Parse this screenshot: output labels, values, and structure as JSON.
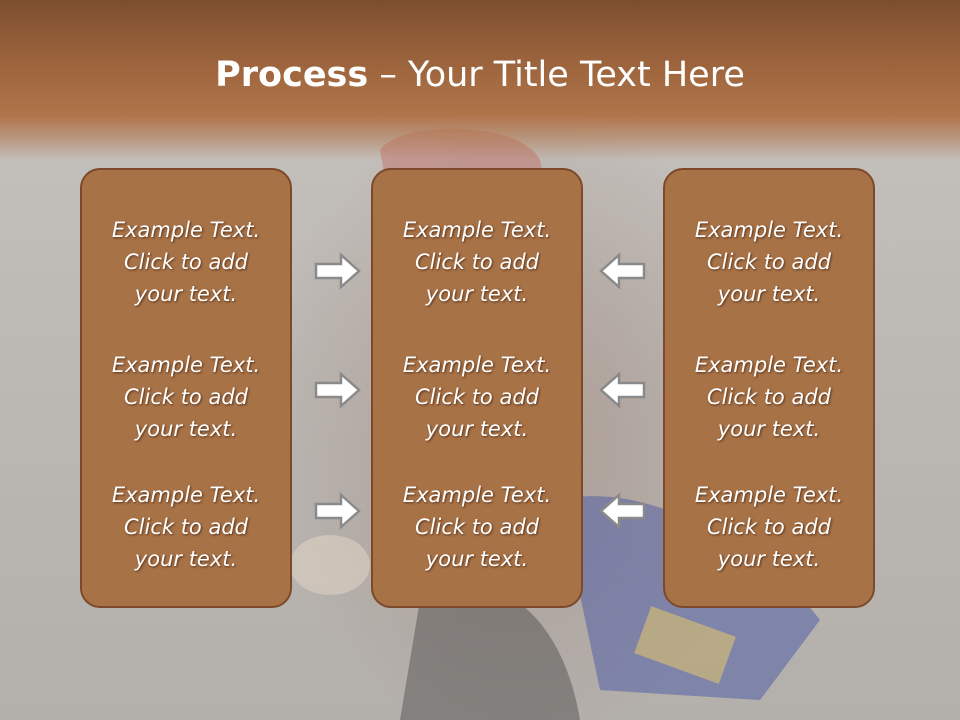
{
  "title": {
    "bold": "Process",
    "rest": " – Your Title Text Here"
  },
  "columns": [
    {
      "items": [
        {
          "line1": "Example Text.",
          "line2": "Click  to add",
          "line3": "your text."
        },
        {
          "line1": "Example Text.",
          "line2": "Click  to add",
          "line3": "your text."
        },
        {
          "line1": "Example Text.",
          "line2": "Click  to add",
          "line3": "your text."
        }
      ]
    },
    {
      "items": [
        {
          "line1": "Example Text.",
          "line2": "Click  to add",
          "line3": "your text."
        },
        {
          "line1": "Example Text.",
          "line2": "Click  to add",
          "line3": "your text."
        },
        {
          "line1": "Example Text.",
          "line2": "Click  to add",
          "line3": "your text."
        }
      ]
    },
    {
      "items": [
        {
          "line1": "Example Text.",
          "line2": "Click  to add",
          "line3": "your text."
        },
        {
          "line1": "Example Text.",
          "line2": "Click  to add",
          "line3": "your text."
        },
        {
          "line1": "Example Text.",
          "line2": "Click  to add",
          "line3": "your text."
        }
      ]
    }
  ],
  "colors": {
    "header": "#a0673f",
    "box_fill": "#a87247",
    "box_border": "#7c4a2b",
    "arrow_fill": "#ffffff",
    "arrow_stroke": "#8a8a8a"
  },
  "icons": {
    "right_arrows": "arrow-right-icon",
    "left_arrows": "arrow-left-icon"
  }
}
